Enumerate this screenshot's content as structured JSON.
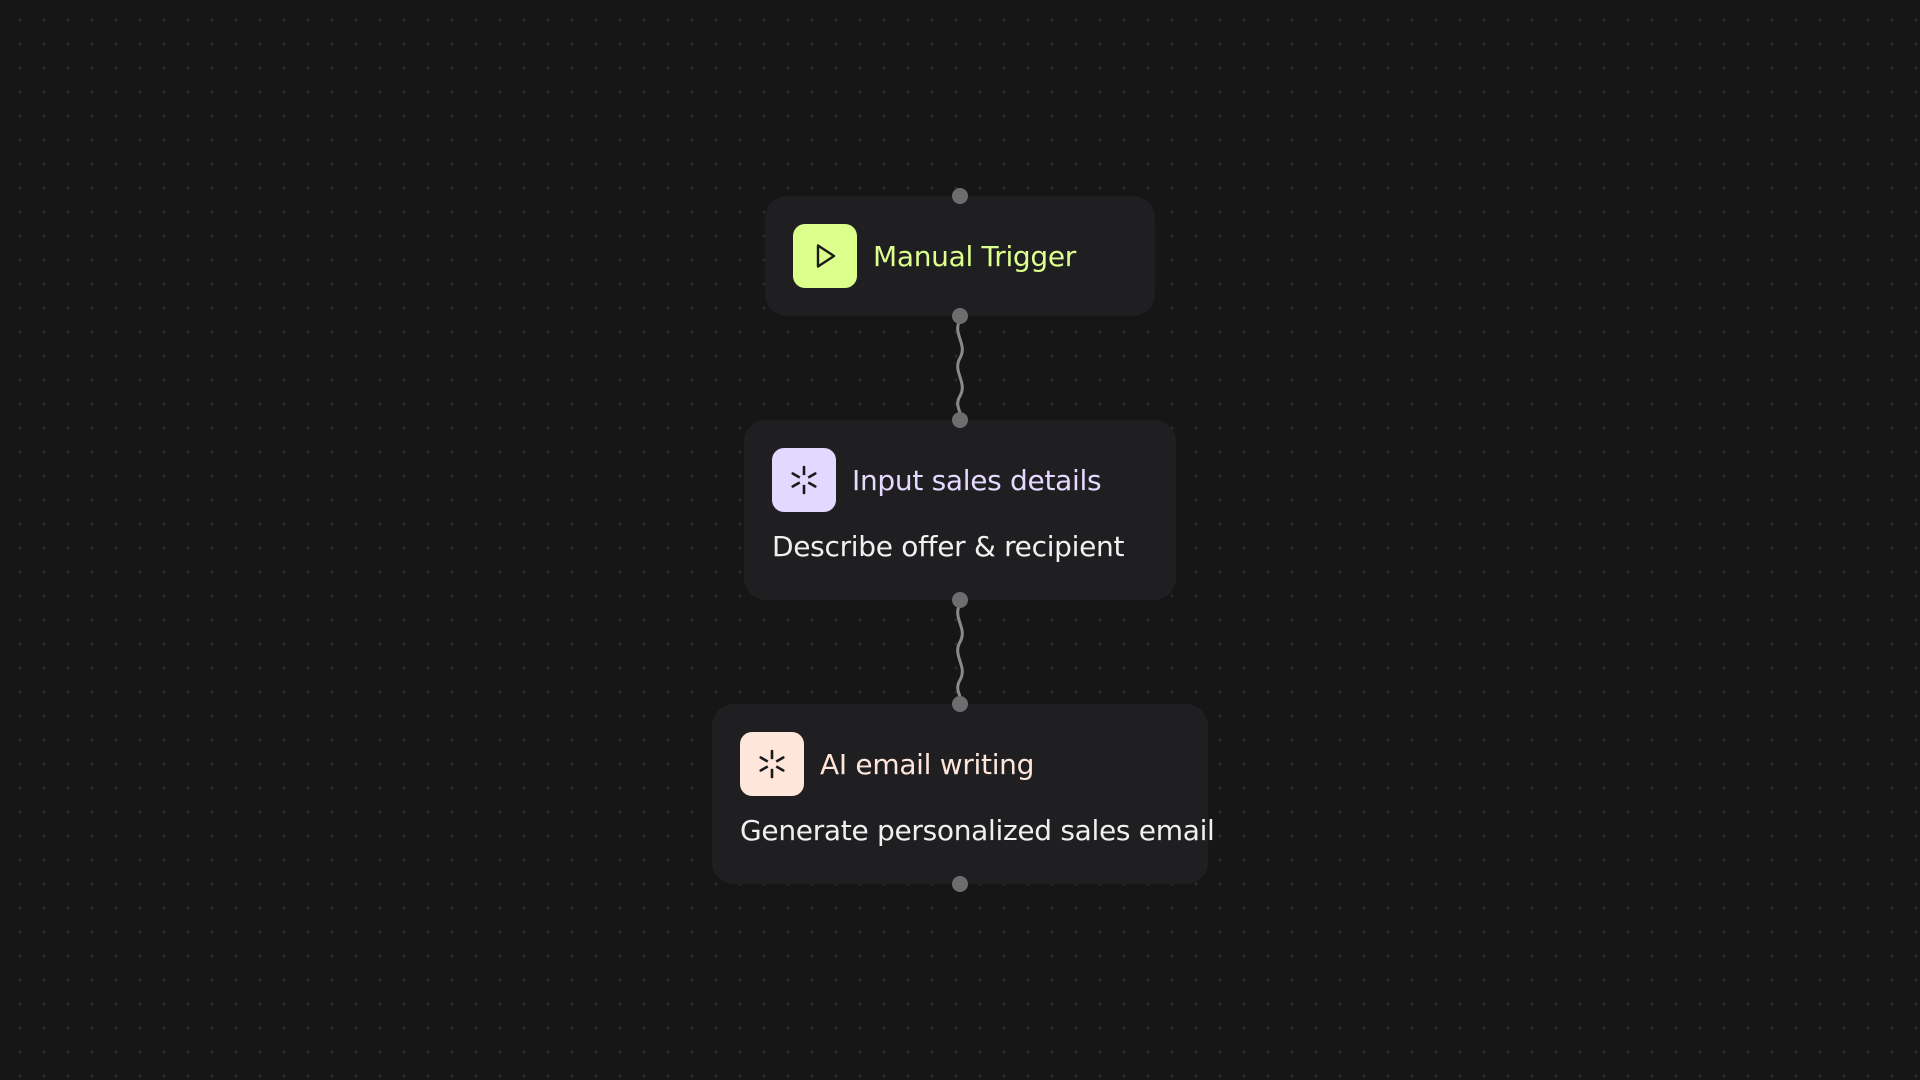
{
  "workflow": {
    "nodes": [
      {
        "title": "Manual Trigger",
        "description": "",
        "icon": "play-icon",
        "icon_bg": "#dbff8a",
        "title_color": "#dcff8e"
      },
      {
        "title": "Input sales details",
        "description": "Describe offer & recipient",
        "icon": "asterisk-icon",
        "icon_bg": "#e3d8ff",
        "title_color": "#e5d9ff"
      },
      {
        "title": "AI email writing",
        "description": "Generate personalized sales email",
        "icon": "asterisk-icon",
        "icon_bg": "#ffe6da",
        "title_color": "#ffe6da"
      }
    ]
  },
  "colors": {
    "background": "#161617",
    "node_background": "#1f1f21",
    "port": "#6d6d70",
    "connector": "#8a8a8d"
  }
}
